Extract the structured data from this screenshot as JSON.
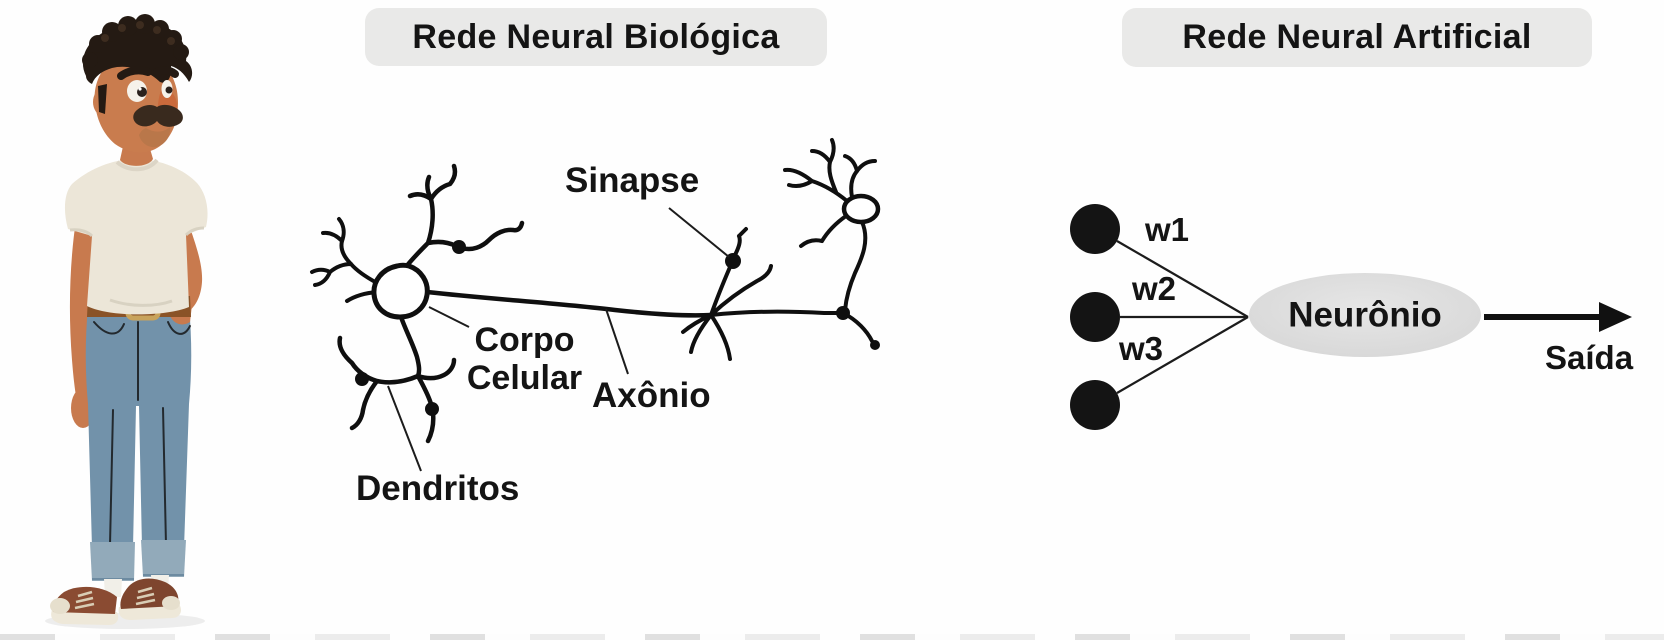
{
  "titles": {
    "biological": "Rede Neural Biológica",
    "artificial": "Rede Neural Artificial"
  },
  "biological": {
    "labels": {
      "sinapse": "Sinapse",
      "corpo_celular": "Corpo\nCelular",
      "axonio": "Axônio",
      "dendritos": "Dendritos"
    }
  },
  "artificial": {
    "weights": [
      "w1",
      "w2",
      "w3"
    ],
    "neuron": "Neurônio",
    "output": "Saída"
  },
  "illustration": {
    "person": "3d-cartoon-man-standing-looking-at-diagram"
  },
  "colors": {
    "background": "#fefefe",
    "title_pill_bg": "#e9e9e8",
    "text": "#141414",
    "ink": "#0f0f0f",
    "node_fill": "#141414",
    "neuron_ellipse": "#d9d9d9"
  }
}
